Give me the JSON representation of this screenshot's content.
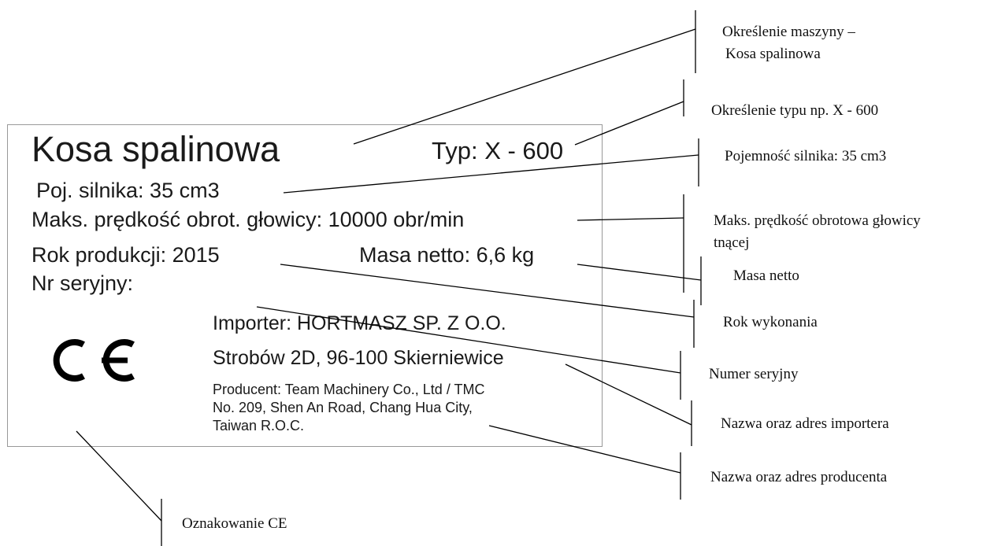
{
  "plate": {
    "title": "Kosa spalinowa",
    "type": "Typ: X - 600",
    "engine": "Poj. silnika: 35 cm3",
    "max_speed": "Maks. prędkość obrot. głowicy: 10000 obr/min",
    "year": "Rok produkcji: 2015",
    "net_mass": "Masa netto: 6,6 kg",
    "serial": "Nr seryjny:",
    "importer_line1": "Importer: HORTMASZ SP. Z O.O.",
    "importer_line2": "Strobów 2D, 96-100 Skierniewice",
    "producer_line1": "Producent: Team Machinery Co., Ltd / TMC",
    "producer_line2": "No. 209, Shen An Road, Chang Hua City,",
    "producer_line3": "Taiwan R.O.C.",
    "ce_mark": "CE"
  },
  "callouts": {
    "machine_line1": "Określenie maszyny –",
    "machine_line2": "Kosa spalinowa",
    "type": "Określenie typu np. X - 600",
    "engine": "Pojemność silnika: 35 cm3",
    "speed_line1": "Maks. prędkość obrotowa głowicy",
    "speed_line2": "tnącej",
    "mass": "Masa netto",
    "year": "Rok wykonania",
    "serial": "Numer seryjny",
    "importer": "Nazwa oraz adres importera",
    "producer": "Nazwa oraz adres producenta",
    "ce": "Oznakowanie CE"
  },
  "colors": {
    "plate_text": "#1a1a1a",
    "plate_border": "#999999",
    "lines": "#000000"
  }
}
